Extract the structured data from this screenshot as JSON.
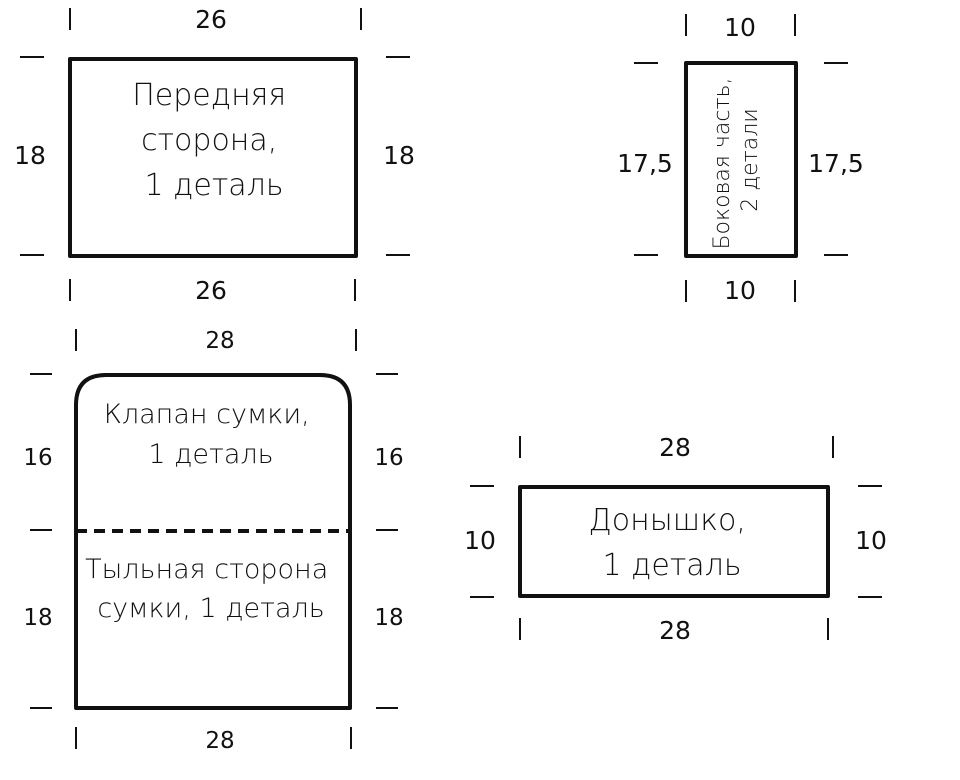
{
  "front": {
    "label_lines": [
      "Передняя",
      "сторона,",
      "1 деталь"
    ],
    "dim_top": "26",
    "dim_bottom": "26",
    "dim_left": "18",
    "dim_right": "18"
  },
  "side": {
    "label_lines": [
      "Боковая часть,",
      "2 детали"
    ],
    "dim_top": "10",
    "dim_bottom": "10",
    "dim_left": "17,5",
    "dim_right": "17,5"
  },
  "flap_back": {
    "flap_label_lines": [
      "Клапан сумки,",
      "1 деталь"
    ],
    "back_label_lines": [
      "Тыльная сторона",
      "сумки, 1 деталь"
    ],
    "dim_top": "28",
    "dim_bottom": "28",
    "dim_flap_left": "16",
    "dim_flap_right": "16",
    "dim_back_left": "18",
    "dim_back_right": "18"
  },
  "bottom": {
    "label_lines": [
      "Донышко,",
      "1 деталь"
    ],
    "dim_top": "28",
    "dim_bottom": "28",
    "dim_left": "10",
    "dim_right": "10"
  }
}
